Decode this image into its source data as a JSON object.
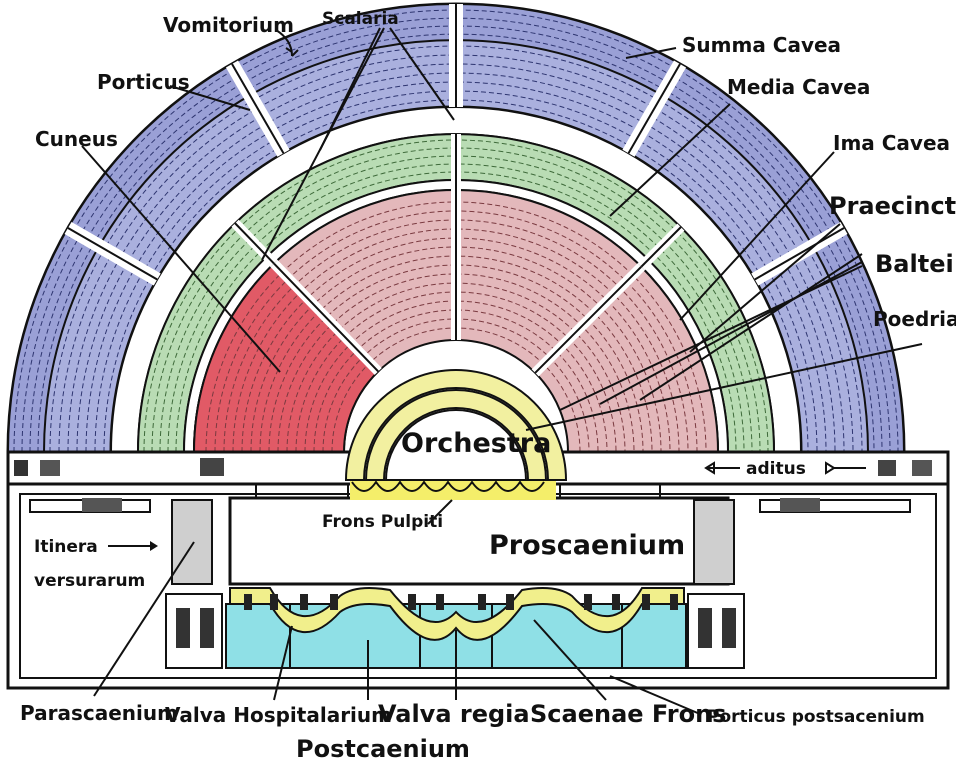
{
  "labels": {
    "vomitorium": "Vomitorium",
    "scalaria": "Scalaria",
    "summa_cavea": "Summa Cavea",
    "porticus": "Porticus",
    "media_cavea": "Media Cavea",
    "cuneus": "Cuneus",
    "ima_cavea": "Ima Cavea",
    "praecinctios": "Praecinctios",
    "baltei": "Baltei",
    "poedria": "Poedria",
    "orchestra": "Orchestra",
    "aditus": "aditus",
    "frons_pulpiti": "Frons Pulpiti",
    "proscaenium": "Proscaenium",
    "itinera_1": "Itinera",
    "itinera_2": "versurarum",
    "parascaenium": "Parascaenium",
    "valva_hospitalarium": "Valva Hospitalarium",
    "valva_regia": "Valva regia",
    "scaenae_frons": "Scaenae Frons",
    "porticus_postsacenium": "Porticus postsacenium",
    "postcaenium": "Postcaenium"
  },
  "colors": {
    "summa_cavea": "#aab0de",
    "media_cavea": "#b9dcb4",
    "ima_cavea": "#e3b8bb",
    "cuneus_highlight": "#e15a66",
    "orchestra_ring": "#f2f0a0",
    "pulpitum": "#f4ee6a",
    "scaenae_frons": "#f1ef8c",
    "postcaenium": "#8fe0e6",
    "parascaenium": "#cfcfcf",
    "structure": "#111111"
  }
}
